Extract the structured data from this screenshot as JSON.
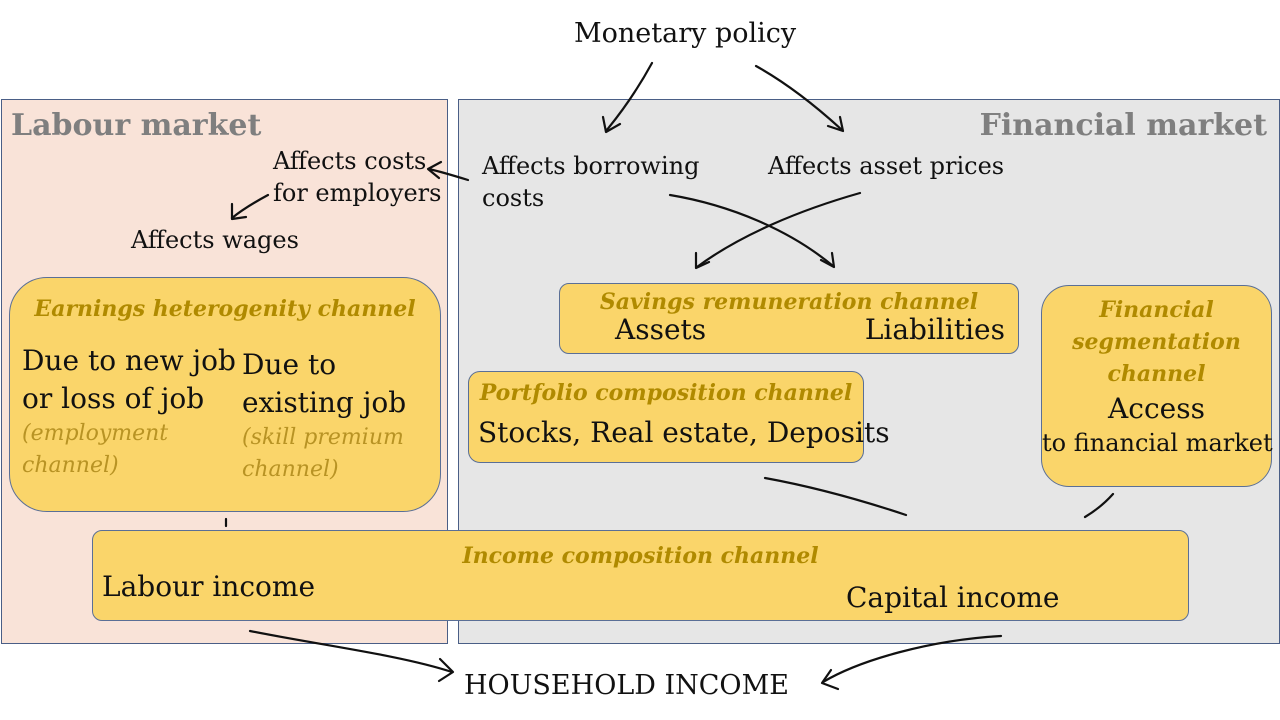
{
  "top": {
    "monetary_policy": "Monetary policy"
  },
  "labour": {
    "title": "Labour market",
    "affects_costs": [
      "Affects costs",
      "for employers"
    ],
    "affects_wages": "Affects wages"
  },
  "financial": {
    "title": "Financial market",
    "affects_borrowing": [
      "Affects borrowing",
      "costs"
    ],
    "affects_assets": "Affects asset prices"
  },
  "earnings_channel": {
    "title": "Earnings heterogenity channel",
    "col1": [
      "Due to new job",
      "or loss of job"
    ],
    "col1_sub": [
      "(employment",
      "channel)"
    ],
    "col2": [
      "Due to",
      "existing job"
    ],
    "col2_sub": [
      "(skill premium",
      "channel)"
    ]
  },
  "savings_channel": {
    "title": "Savings remuneration channel",
    "left": "Assets",
    "right": "Liabilities"
  },
  "portfolio_channel": {
    "title": "Portfolio composition channel",
    "body": "Stocks, Real estate, Deposits"
  },
  "segmentation_channel": {
    "title": [
      "Financial",
      "segmentation",
      "channel"
    ],
    "line1": "Access",
    "line2": "to financial market"
  },
  "income_channel": {
    "title": "Income composition channel",
    "labour": "Labour income",
    "capital": "Capital income"
  },
  "bottom": {
    "household_income": "HOUSEHOLD INCOME"
  }
}
